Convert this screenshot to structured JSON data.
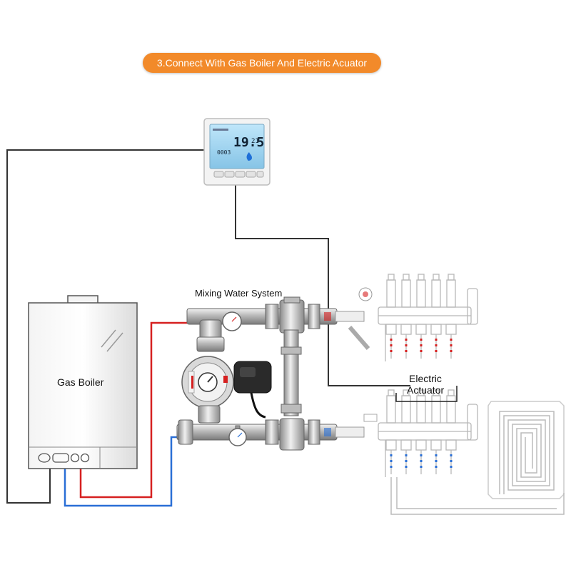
{
  "title": "3.Connect With Gas Boiler And Electric Acuator",
  "labels": {
    "boiler": "Gas Boiler",
    "mixing": "Mixing Water System",
    "actuator_line1": "Electric",
    "actuator_line2": "Actuator"
  },
  "thermostat": {
    "temp_main": "19.5",
    "temp_side": "21",
    "clock": "0003"
  },
  "colors": {
    "banner": "#f28a2a",
    "hot_pipe": "#d62020",
    "cold_pipe": "#2a6fd6",
    "wire": "#333333",
    "screen": "#9fd3ee",
    "flame": "#1e6fd8"
  },
  "icons": [
    "flame-icon"
  ]
}
